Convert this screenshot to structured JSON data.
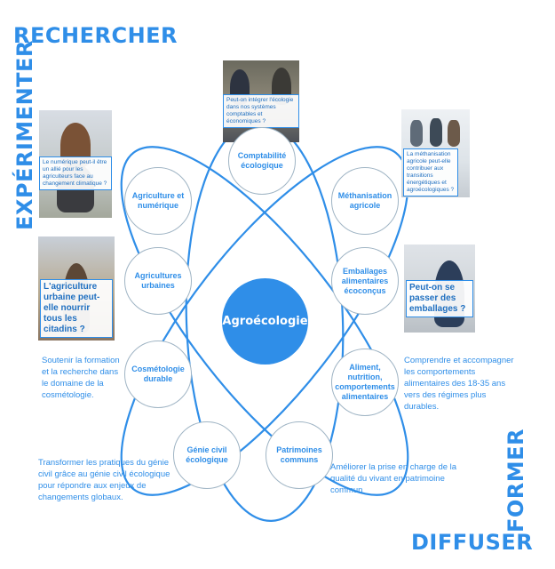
{
  "corners": {
    "rechercher": "RECHERCHER",
    "experimenter": "EXPÉRIMENTER",
    "former": "FORMER",
    "diffuser": "DIFFUSER"
  },
  "center_label": "Agroécologie",
  "nodes": {
    "comptabilite": "Comptabilité écologique",
    "agri_numerique": "Agriculture et numérique",
    "methanisation": "Méthanisation agricole",
    "agri_urbaines": "Agricultures urbaines",
    "emballages": "Emballages alimentaires écoconçus",
    "cosmetologie": "Cosmétologie durable",
    "aliment": "Aliment, nutrition, comportements alimentaires",
    "genie_civil": "Génie civil écologique",
    "patrimoines": "Patrimoines communs"
  },
  "photo_captions": {
    "top": "Peut-on intégrer l'écologie dans nos systèmes comptables et économiques ?",
    "left_top": "Le numérique peut-il être un allié pour les agriculteurs face au changement climatique ?",
    "right_top": "La méthanisation agricole peut-elle contribuer aux transitions énergétiques et agroécologiques ?",
    "left_mid": "L'agriculture urbaine peut-elle nourrir tous les citadins ?",
    "right_mid": "Peut-on se passer des emballages ?"
  },
  "descriptions": {
    "cosmeto": "Soutenir la formation et la recherche dans le domaine de la cosmétologie.",
    "aliment": "Comprendre et accompagner les comportements alimentaires des 18-35 ans vers des régimes plus durables.",
    "genie": "Transformer les pratiques du génie civil grâce au génie civil écologique pour répondre aux enjeux de changements globaux.",
    "patrimoine": "Améliorer la prise en charge de la qualité du vivant en patrimoine commun"
  },
  "colors": {
    "accent": "#2f8ee8",
    "node_border": "#9fb4c4"
  }
}
